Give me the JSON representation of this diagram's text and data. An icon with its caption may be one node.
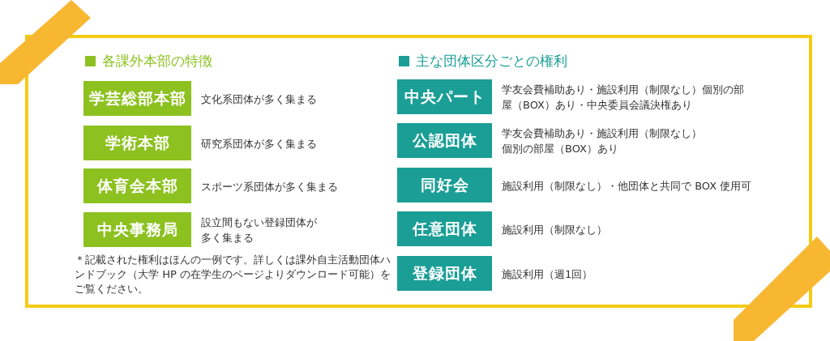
{
  "diagram": {
    "nodes": [
      {
        "text": [
          "学芸総部本部"
        ],
        "beside": [
          "文化系団体が多く集まる"
        ]
      },
      {
        "text": [
          "学術本部"
        ],
        "beside": [
          "研究系団体が多く集まる"
        ]
      },
      {
        "text": [
          "体育会本部"
        ],
        "beside": [
          "スポーツ系団体が多く集まる"
        ]
      },
      {
        "text": [
          "中央事務局"
        ],
        "beside": [
          "設立間もない登録団体が多く集まる"
        ]
      },
      {
        "text": [
          "中央パート"
        ],
        "beside": [
          "学友会費補助あり・施設利用（制限なし）個別の部屋（BOX）あり・中央委員会議決権あり"
        ]
      },
      {
        "text": [
          "公認団体"
        ],
        "beside": [
          "学友会費補助あり・施設利用（制限なし）個別の部屋（BOX）あり"
        ]
      },
      {
        "text": [
          "同好会"
        ],
        "beside": [
          "施設利用（制限なし）・他団体と共同で BOX 使用可"
        ]
      },
      {
        "text": [
          "任意団体"
        ],
        "beside": [
          "施設利用（制限なし）"
        ]
      },
      {
        "text": [
          "登録団体"
        ],
        "beside": [
          "施設利用（週1回）"
        ]
      }
    ],
    "labels": [
      "各課外本部の特徴",
      "主な団体区分ごとの権利",
      "＊記載された権利はほんの一例です。詳しくは課外自主活動団体ハンドブック（大学 HP の在学生のページよりダウンロード可能）をご覧ください。"
    ]
  }
}
